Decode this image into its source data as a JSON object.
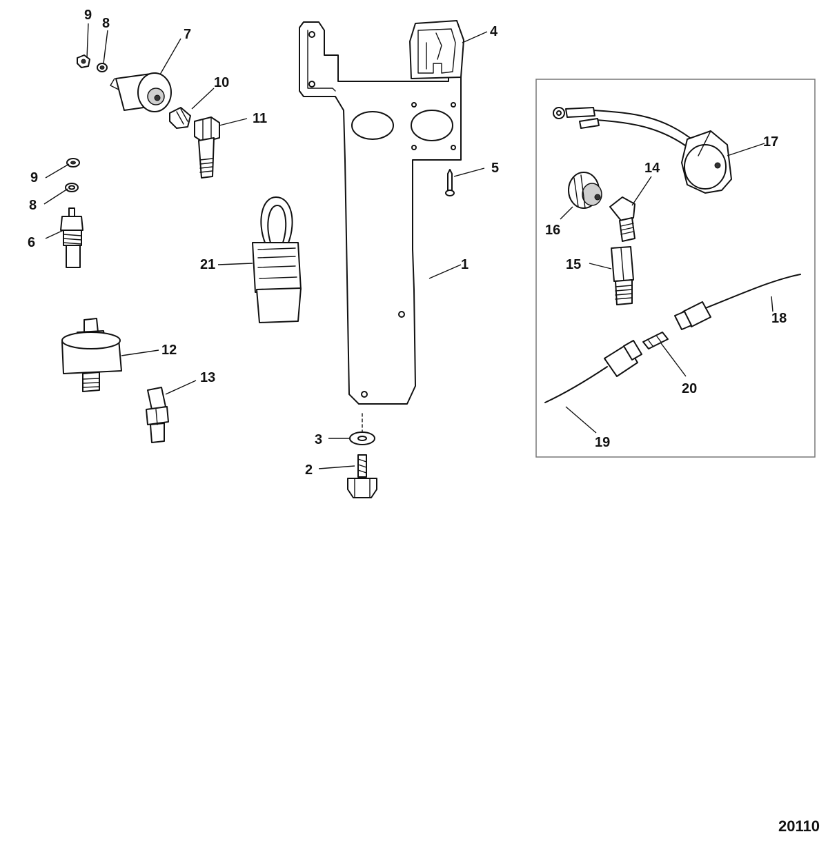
{
  "figure_number": "20110",
  "callouts": {
    "c1": "1",
    "c2": "2",
    "c3": "3",
    "c4": "4",
    "c5": "5",
    "c6": "6",
    "c7": "7",
    "c8a": "8",
    "c8b": "8",
    "c9a": "9",
    "c9b": "9",
    "c10": "10",
    "c11": "11",
    "c12": "12",
    "c13": "13",
    "c14": "14",
    "c15": "15",
    "c16": "16",
    "c17": "17",
    "c18": "18",
    "c19": "19",
    "c20": "20",
    "c21": "21"
  }
}
